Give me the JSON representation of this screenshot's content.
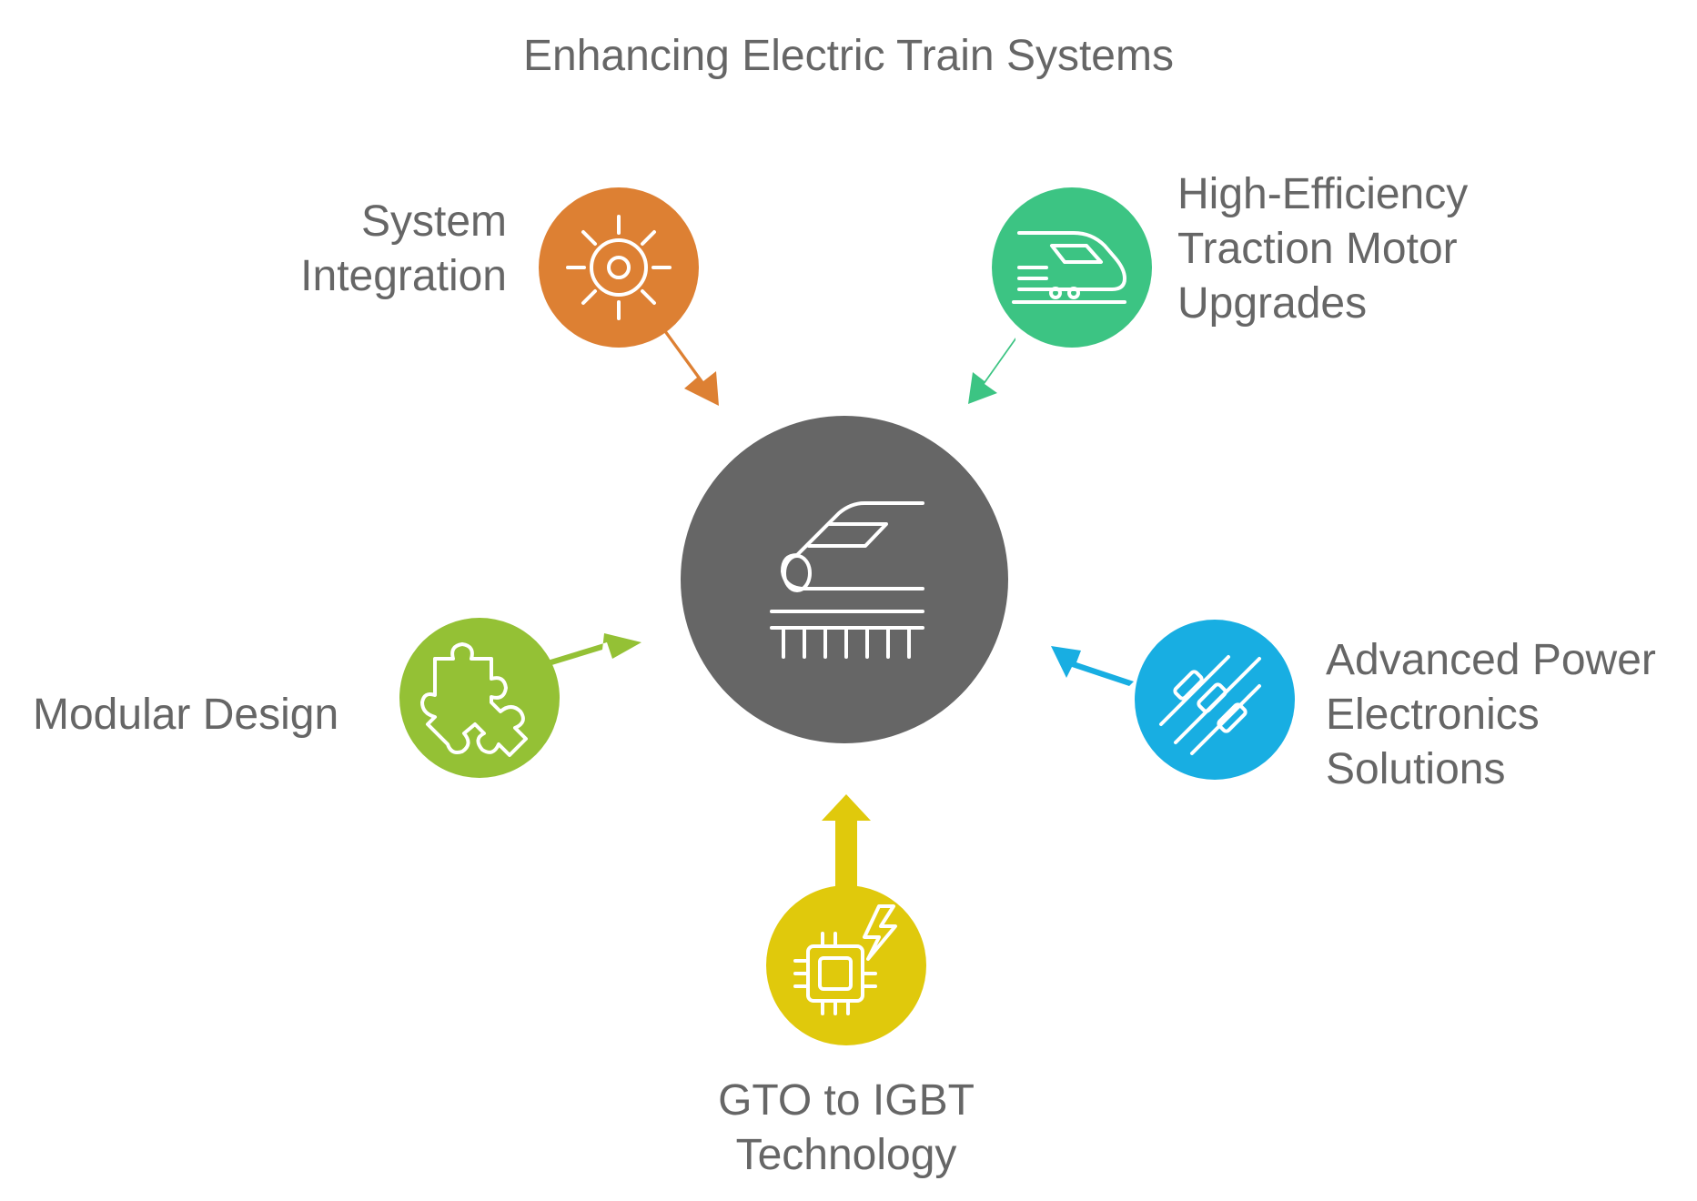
{
  "title": "Enhancing Electric Train Systems",
  "center": {
    "icon": "high-speed-train-icon",
    "color": "#666666"
  },
  "nodes": [
    {
      "id": "system-integration",
      "lines": [
        "System",
        "Integration"
      ],
      "icon": "gear-icon",
      "color": "#DD8033"
    },
    {
      "id": "traction-motor",
      "lines": [
        "High-Efficiency",
        "Traction Motor",
        "Upgrades"
      ],
      "icon": "train-icon",
      "color": "#3CC483"
    },
    {
      "id": "modular-design",
      "lines": [
        "Modular Design"
      ],
      "icon": "puzzle-icon",
      "color": "#94C135"
    },
    {
      "id": "power-electronics",
      "lines": [
        "Advanced Power",
        "Electronics",
        "Solutions"
      ],
      "icon": "resistors-icon",
      "color": "#18AEE2"
    },
    {
      "id": "gto-igbt",
      "lines": [
        "GTO to IGBT",
        "Technology"
      ],
      "icon": "chip-lightning-icon",
      "color": "#E0C90C"
    }
  ]
}
